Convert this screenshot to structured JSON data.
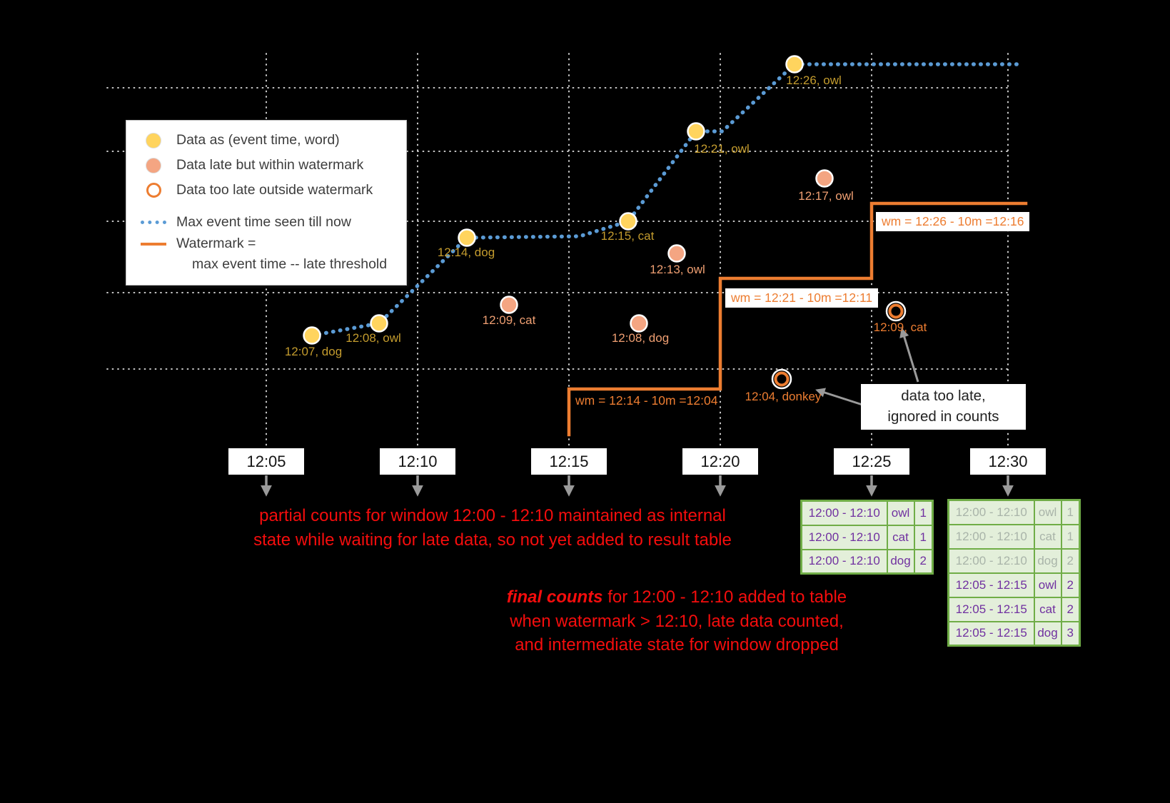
{
  "legend": {
    "on_time": "Data as (event time, word)",
    "late": "Data late but within watermark",
    "too_late": "Data too late outside watermark",
    "max_event_time": "Max event time seen till now",
    "watermark_line1": "Watermark =",
    "watermark_line2": "max event time -- late threshold"
  },
  "axis_ticks": [
    "12:05",
    "12:10",
    "12:15",
    "12:20",
    "12:25",
    "12:30"
  ],
  "points": {
    "on_time": [
      {
        "label": "12:07, dog"
      },
      {
        "label": "12:08, owl"
      },
      {
        "label": "12:14, dog"
      },
      {
        "label": "12:15, cat"
      },
      {
        "label": "12:21, owl"
      },
      {
        "label": "12:26, owl"
      }
    ],
    "late": [
      {
        "label": "12:09, cat"
      },
      {
        "label": "12:08, dog"
      },
      {
        "label": "12:13, owl"
      },
      {
        "label": "12:17, owl"
      }
    ],
    "too_late": [
      {
        "label": "12:04, donkey"
      },
      {
        "label": "12:09, cat"
      }
    ]
  },
  "watermarks": [
    {
      "label": "wm = 12:14 - 10m =12:04"
    },
    {
      "label": "wm = 12:21 - 10m =12:11"
    },
    {
      "label": "wm = 12:26 - 10m =12:16"
    }
  ],
  "callout": {
    "line1": "data too late,",
    "line2": "ignored in counts"
  },
  "notes": {
    "partial_line1": "partial counts for window 12:00 - 12:10 maintained as internal",
    "partial_line2": "state while waiting for late data, so not yet added  to result table",
    "final_emphasis": "final counts",
    "final_line1_rest": " for 12:00 - 12:10 added to table",
    "final_line2": "when watermark > 12:10, late data counted,",
    "final_line3": "and intermediate state for window dropped"
  },
  "result_tables": [
    {
      "rows": [
        {
          "window": "12:00 - 12:10",
          "word": "owl",
          "count": "1"
        },
        {
          "window": "12:00 - 12:10",
          "word": "cat",
          "count": "1"
        },
        {
          "window": "12:00 - 12:10",
          "word": "dog",
          "count": "2"
        }
      ]
    },
    {
      "rows": [
        {
          "window": "12:00 - 12:10",
          "word": "owl",
          "count": "1"
        },
        {
          "window": "12:00 - 12:10",
          "word": "cat",
          "count": "1"
        },
        {
          "window": "12:00 - 12:10",
          "word": "dog",
          "count": "2"
        },
        {
          "window": "12:05 - 12:15",
          "word": "owl",
          "count": "2"
        },
        {
          "window": "12:05 - 12:15",
          "word": "cat",
          "count": "2"
        },
        {
          "window": "12:05 - 12:15",
          "word": "dog",
          "count": "3"
        }
      ]
    }
  ],
  "colors": {
    "background": "#000000",
    "on_time_fill": "#ffd45e",
    "late_fill": "#f4a582",
    "too_late_stroke": "#ed7d31",
    "max_event_line": "#5b9bd5",
    "watermark_line": "#ed7d31",
    "note_red": "#f50d0d",
    "table_border": "#70ad47",
    "table_fill": "#e3efda",
    "table_text": "#7030a0"
  }
}
